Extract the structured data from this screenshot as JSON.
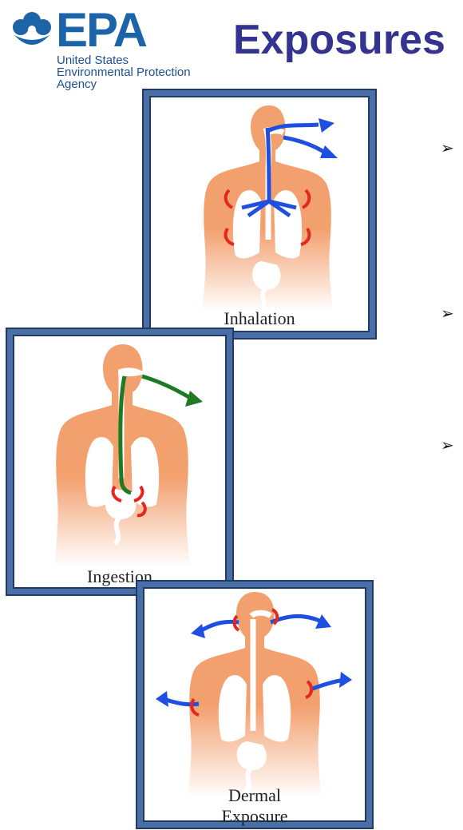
{
  "logo": {
    "wordmark": "EPA",
    "agency_lines": [
      "United States",
      "Environmental Protection",
      "Agency"
    ],
    "brand_color": "#1d63a8"
  },
  "page": {
    "title": "Exposures",
    "title_color": "#34338f"
  },
  "bullets": [
    "➢",
    "➢",
    "➢"
  ],
  "panels": [
    {
      "caption": "Inhalation",
      "route_color": "#1f4fe0"
    },
    {
      "caption": "Ingestion",
      "route_color": "#1f7a25"
    },
    {
      "caption_line1": "Dermal",
      "caption_line2": "Exposure",
      "route_color": "#1f4fe0"
    }
  ],
  "colors": {
    "body_fill": "#f3a06f",
    "organ_fill": "#ffffff",
    "reaction": "#e3271e",
    "frame": "#4a6fa5"
  }
}
